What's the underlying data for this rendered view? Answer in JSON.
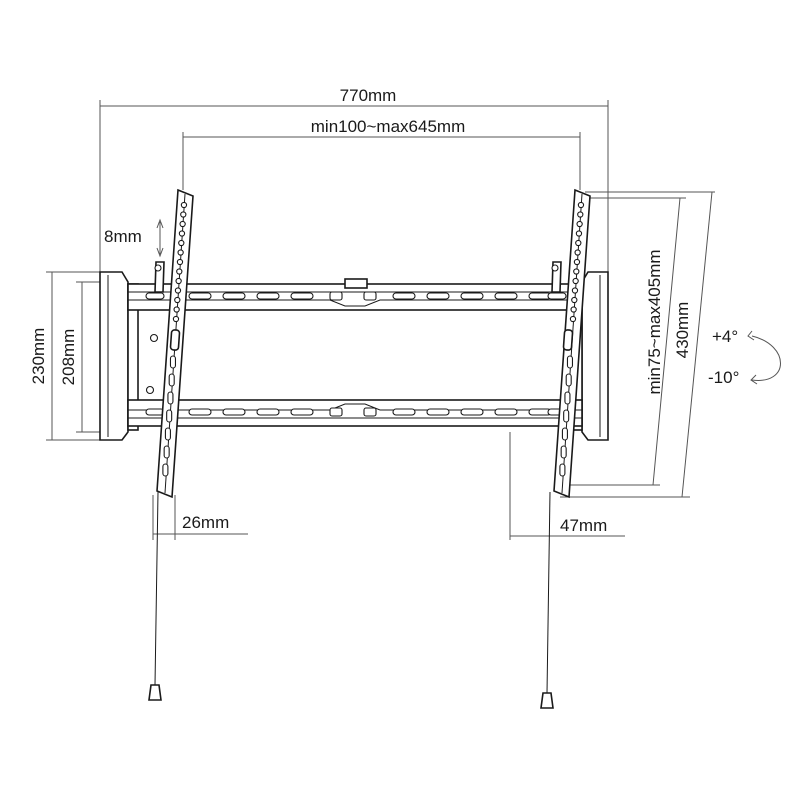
{
  "dimensions": {
    "overall_width": "770mm",
    "vesa_horizontal": "min100~max645mm",
    "slot_spacing": "8mm",
    "frame_height": "230mm",
    "rail_height": "208mm",
    "wall_clearance": "26mm",
    "max_depth": "47mm",
    "vesa_vertical": "min75~max405mm",
    "arm_height": "430mm"
  },
  "tilt": {
    "up": "+4°",
    "down": "-10°"
  }
}
